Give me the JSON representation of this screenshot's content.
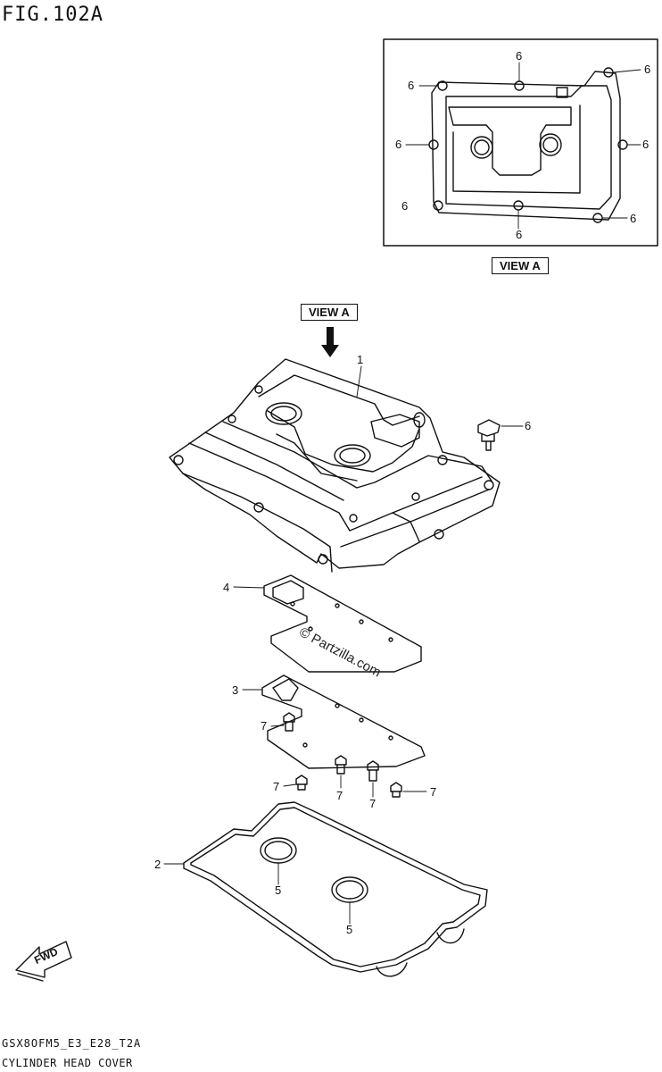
{
  "header": {
    "figure_title": "FIG.102A"
  },
  "view_a": {
    "caption": "VIEW A",
    "pointer_label": "VIEW A"
  },
  "callouts": {
    "inset_6_top": "6",
    "inset_6_top_right": "6",
    "inset_6_upper_left": "6",
    "inset_6_left": "6",
    "inset_6_right": "6",
    "inset_6_lower_left": "6",
    "inset_6_bottom": "6",
    "inset_6_bottom_right": "6",
    "cover": "1",
    "bolt_6": "6",
    "gasket_4": "4",
    "gasket_3": "3",
    "bolt_7a": "7",
    "bolt_7b": "7",
    "bolt_7c": "7",
    "bolt_7d": "7",
    "bolt_7e": "7",
    "gasket_2": "2",
    "seal_5a": "5",
    "seal_5b": "5"
  },
  "watermark": "© Partzilla.com",
  "fwd_label": "FWD",
  "footer": {
    "model_code": "GSX8OFM5_E3_E28_T2A",
    "title": "CYLINDER HEAD COVER"
  }
}
